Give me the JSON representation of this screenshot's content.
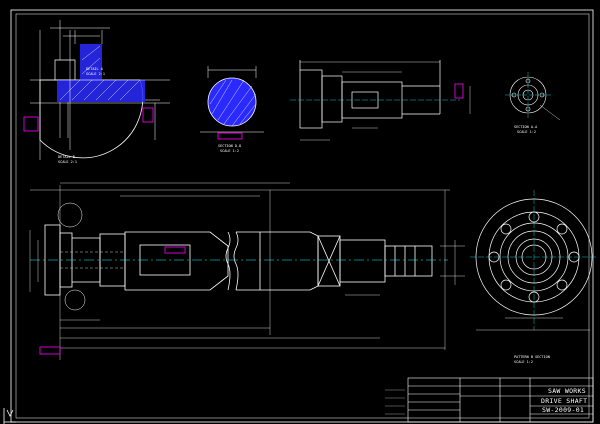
{
  "colors": {
    "background": "#000000",
    "geometry": "#ffffff",
    "dimension": "#ffffff",
    "hatch": "#2a2aff",
    "centerline": "#00ffff",
    "annotation": "#ff00ff",
    "frame": "#ffffff"
  },
  "title_block": {
    "company": "SAW  WORKS",
    "drawing_title": "DRIVE SHAFT",
    "drawing_number": "SW-2009-01"
  },
  "ucs_icon": "ucs-axis-icon"
}
